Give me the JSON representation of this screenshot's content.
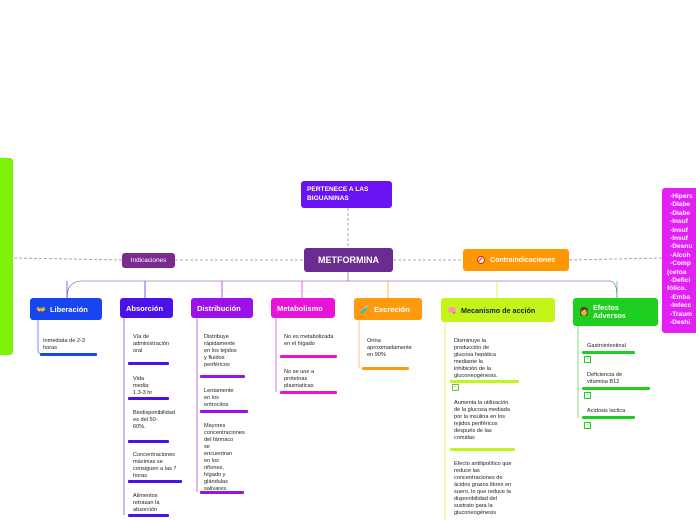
{
  "central": {
    "label": "METFORMINA"
  },
  "top": {
    "label": "PERTENECE A LAS BIGUANINAS"
  },
  "indicaciones": {
    "label": "Indicaciones"
  },
  "contraindicaciones": {
    "label": "Contraindicaciones"
  },
  "contra_list": [
    "-Hipers",
    "-Diabe",
    "-Diabe",
    "-Insuf",
    "-Insuf",
    "-Insuf",
    "-Desnu",
    "-Alcoh",
    "-Comp",
    "(cetoa",
    "-Defici",
    "fólico.",
    "-Emba",
    "-Infecc",
    "-Traum",
    "-Deshi"
  ],
  "branches": {
    "liberacion": {
      "label": "Liberación",
      "items": [
        "Inmediata de 2-3 horas"
      ]
    },
    "absorcion": {
      "label": "Absorción",
      "items": [
        "Vía de administración oral",
        "Vida media: 1.3-3 hr",
        "Biodisponibilidad es del 50-60%.",
        "Concentraciones máximas se consiguen a las 7 horas",
        "Alimentos retrasan la absorción"
      ]
    },
    "distribucion": {
      "label": "Distribución",
      "items": [
        "Distribuye rápidamente en los tejidos y fluidos periféricos",
        "Lentamente en los eritrocitos",
        "Mayores concentraciones del fármaco se encuentran en los riñones, hígado y glándulas salivares."
      ]
    },
    "metabolismo": {
      "label": "Metabolismo",
      "items": [
        "No es metabolizada en el hígado",
        "No se une a proteínas plasmaticas"
      ]
    },
    "excrecion": {
      "label": "Excreción",
      "items": [
        "Orina aproximadamente en 90%"
      ]
    },
    "mecanismo": {
      "label": "Mecanismo de acción",
      "items": [
        "Disminuye la producción de glucosa hepática mediante la inhibición de la gluconeogénesis.",
        "Aumenta la utilización de la glucosa mediada por la insulina en los tejidos periféricos después de las comidas",
        "Efecto antilipolítico que reduce las concentraciones de ácidos grasos libres en suero, lo que reduce la disponibilidad del sustrato para la gluconeogénesis"
      ]
    },
    "efectos": {
      "label": "Efectos Adversos",
      "items": [
        "Gastrointestinal",
        "Deficiencia de vitamina B12",
        "Acidosis lactica"
      ]
    }
  },
  "colors": {
    "central": "#6a2c91",
    "top": "#6a13f2",
    "indicaciones": "#7b2a8e",
    "contra": "#ff9800",
    "liberacion": "#1746f0",
    "absorcion": "#4a12e8",
    "distribucion": "#9a12e6",
    "metabolismo": "#e812d8",
    "excrecion": "#ff9a0f",
    "mecanismo": "#c4f51a",
    "efectos": "#1fcf1f",
    "side": "#7ff20a",
    "right": "#e41ff5"
  }
}
